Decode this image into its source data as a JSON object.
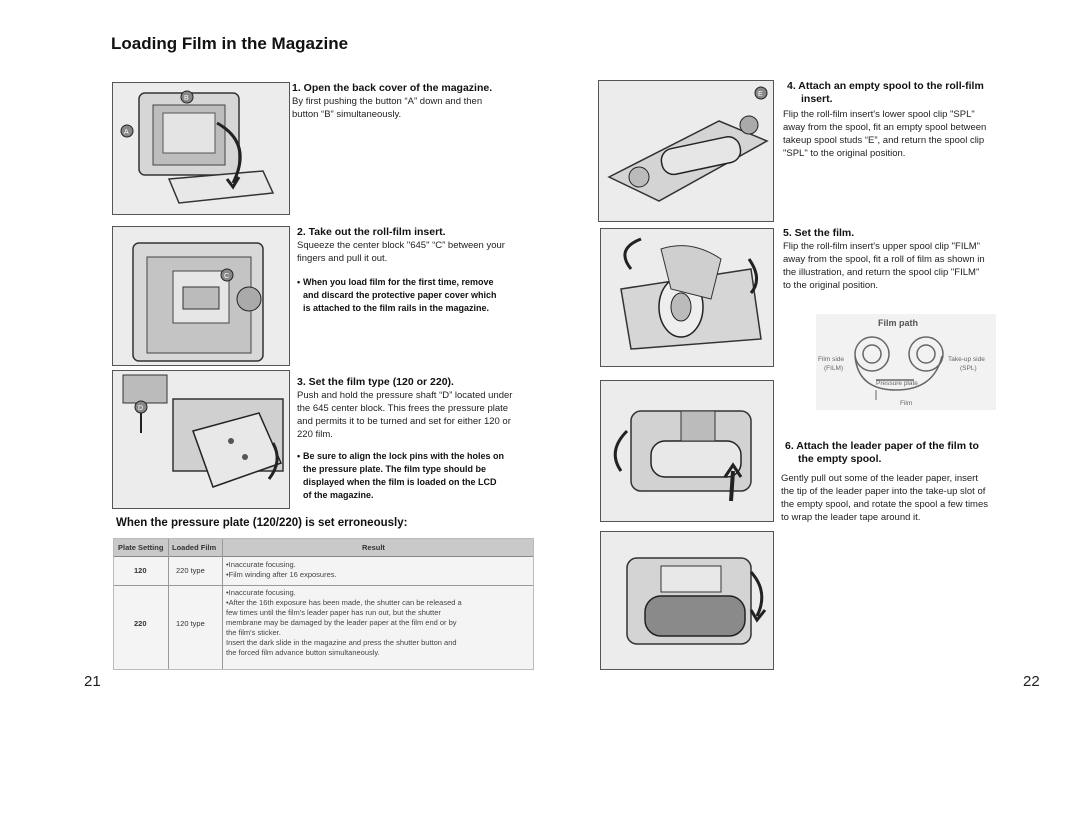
{
  "title": "Loading Film in the Magazine",
  "page_numbers": {
    "left": "21",
    "right": "22"
  },
  "steps": {
    "s1": {
      "heading": "1. Open the back cover of the magazine.",
      "body": [
        "By first pushing the button “A” down and then",
        "button “B” simultaneously."
      ]
    },
    "s2": {
      "heading": "2. Take out the roll-film insert.",
      "body": [
        "Squeeze the center block \"645\" “C” between your",
        "fingers and pull it out."
      ],
      "note": [
        "When you load film for the first time, remove",
        "and discard the protective paper cover which",
        "is attached to the film rails in the magazine."
      ]
    },
    "s3": {
      "heading": "3. Set the film type (120 or 220).",
      "body": [
        "Push and hold the pressure shaft “D” located under",
        "the 645 center block. This frees the pressure plate",
        "and permits it to be turned and set for either 120 or",
        "220 film."
      ],
      "note": [
        "Be sure to align the lock pins with the holes on",
        "the pressure plate. The film type should be",
        "displayed when the film is loaded on the LCD",
        "of the magazine."
      ]
    },
    "s4": {
      "heading": [
        "4. Attach an empty spool to the roll-film",
        "insert."
      ],
      "body": [
        "Flip the roll-film insert's lower spool clip \"SPL\"",
        "away from the spool, fit an empty spool between",
        "takeup spool studs “E”, and return the spool clip",
        "\"SPL\" to the original position."
      ]
    },
    "s5": {
      "heading": "5. Set the film.",
      "body": [
        "Flip the roll-film insert's upper spool clip \"FILM\"",
        "away from the spool, fit a roll of film as shown in",
        "the illustration, and return the spool clip \"FILM\"",
        "to the original position."
      ]
    },
    "s6": {
      "heading": [
        "6. Attach the leader paper of the film to",
        "the empty spool."
      ],
      "body": [
        "Gently pull out some of the leader paper, insert",
        "the tip of the leader paper into the take-up slot of",
        "the empty spool, and rotate the spool a few times",
        "to wrap the leader tape around it."
      ]
    }
  },
  "bullet_char": "•",
  "pressure_heading": "When the pressure plate (120/220) is set erroneously:",
  "table": {
    "headers": [
      "Plate Setting",
      "Loaded Film",
      "Result"
    ],
    "rows": [
      {
        "plate": "120",
        "film": "220 type",
        "result": [
          "•Inaccurate focusing.",
          "•Film winding after 16 exposures."
        ]
      },
      {
        "plate": "220",
        "film": "120 type",
        "result": [
          "•Inaccurate focusing.",
          "•After the 16th exposure has been made, the shutter can be released a",
          "  few times until the film's leader paper has run out, but the shutter",
          "  membrane may be damaged by the leader paper at the film end or by",
          "  the film's sticker.",
          "Insert the dark slide in the magazine and press the shutter button and",
          "the forced film advance button simultaneously."
        ]
      }
    ]
  },
  "film_path": {
    "title": "Film path",
    "film_side": [
      "Film side",
      "(FILM)"
    ],
    "takeup_side": [
      "Take-up side",
      "(SPL)"
    ],
    "pressure_plate": "Pressure plate",
    "film": "Film"
  },
  "callouts": {
    "a": "A",
    "b": "B",
    "c": "C",
    "d": "D",
    "e": "E"
  }
}
